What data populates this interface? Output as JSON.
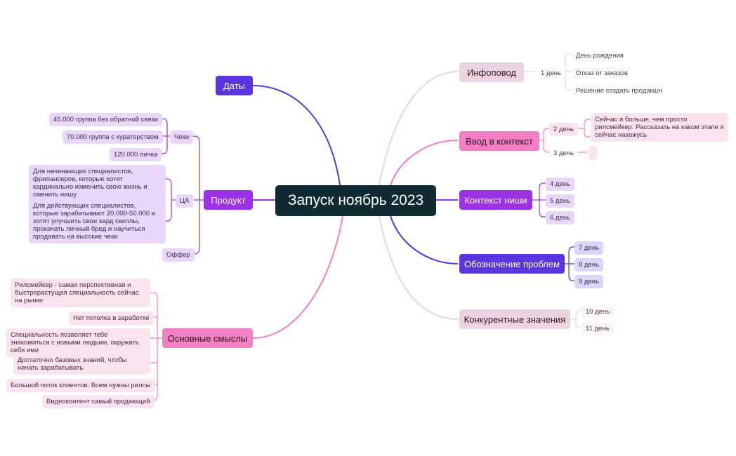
{
  "map": {
    "root": "Запуск ноябрь 2023",
    "left": {
      "daty": {
        "label": "Даты"
      },
      "produkt": {
        "label": "Продукт",
        "cheki": {
          "label": "Чеки",
          "items": [
            "45.000 группа без обратной связи",
            "70.000 группа с кураторством",
            "120.000 личка"
          ]
        },
        "ca": {
          "label": "ЦА",
          "items": [
            "Для начинающих специалистов, фрилансеров, которые хотят кардинально изменить свою жизнь и сменить нишу",
            "Для действующих специалистов, которые зарабатывают 20.000-50.000 и хотят улучшить свои хард скиллы, прокачать личный бред и научиться продавать на высокие чеки"
          ]
        },
        "offer": {
          "label": "Оффер"
        }
      },
      "smysly": {
        "label": "Основные смыслы",
        "items": [
          "Рилсмейкер - самая перспективная и быстрорастущая специальность сейчас на рынке",
          "Нет потолка в заработке",
          "Специальность позволяет тебе знакомиться с новыми людьми, окружать себя ими",
          "Достаточно базовых знаний, чтобы начать зарабатывать",
          "Большой поток клиентов. Всем нужны рилсы",
          "Видеоконтент самый продающий"
        ]
      }
    },
    "right": {
      "infopovod": {
        "label": "Инфоповод",
        "day": "1 день",
        "items": [
          "День рождения",
          "Отказ от заказов",
          "Решение создать продакшн"
        ]
      },
      "kontekst": {
        "label": "Ввод в контекст",
        "day2": "2 день",
        "day2_note": "Сейчас я больше, чем просто рилсмейкер. Рассказать на каком этапе я сейчас нахожусь",
        "day3": "3 день",
        "day3_note": ""
      },
      "nisha": {
        "label": "Контекст ниши",
        "days": [
          "4 день",
          "5 день",
          "6 день"
        ]
      },
      "problemy": {
        "label": "Обозначение проблем",
        "days": [
          "7 день",
          "8 день",
          "9 день"
        ]
      },
      "konkurent": {
        "label": "Конкурентные значения",
        "days": [
          "10 день",
          "11 день"
        ]
      }
    }
  },
  "colors": {
    "root": "#0f2a30",
    "indigo": "#5b35e0",
    "purple": "#9b32e3",
    "pink": "#f27ec4",
    "light_pink": "#ecd3e2"
  }
}
